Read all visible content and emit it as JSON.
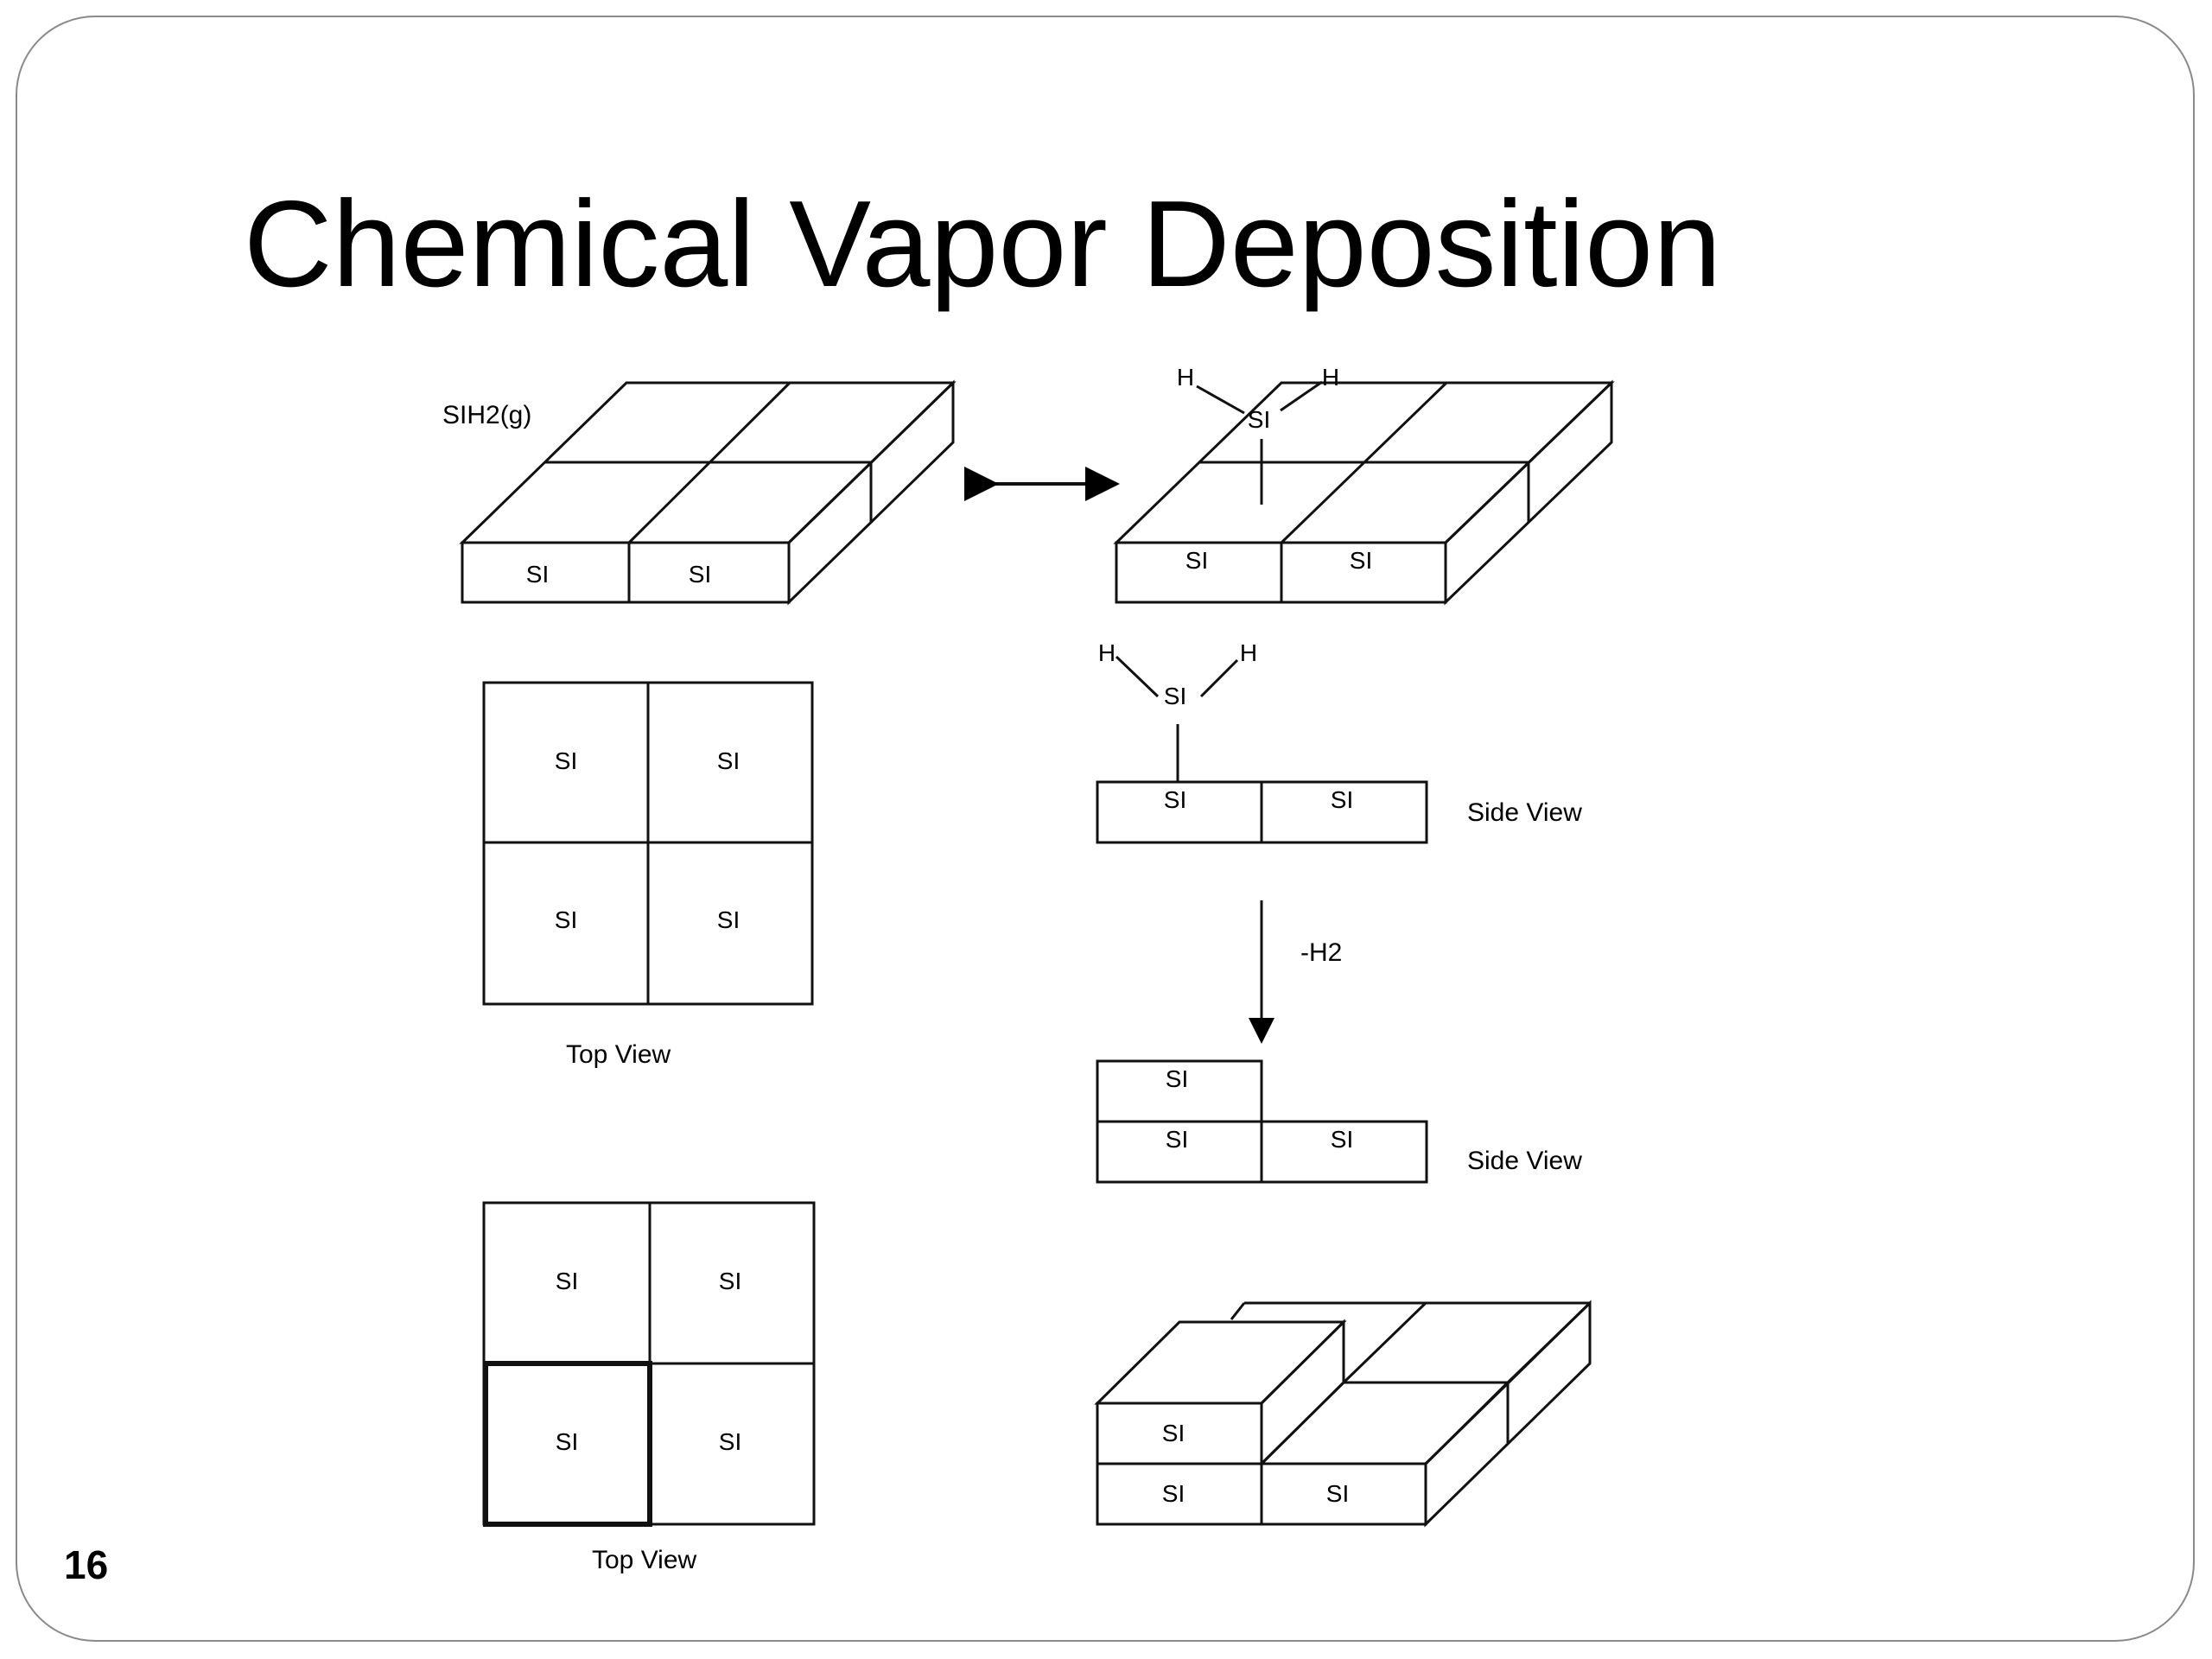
{
  "slide": {
    "title": "Chemical Vapor Deposition",
    "number": "16"
  },
  "diagram": {
    "si": "SI",
    "h": "H",
    "gas_label": "SIH2(g)",
    "elimination_label": "-H2",
    "top_view_label": "Top View",
    "side_view_label": "Side View"
  }
}
